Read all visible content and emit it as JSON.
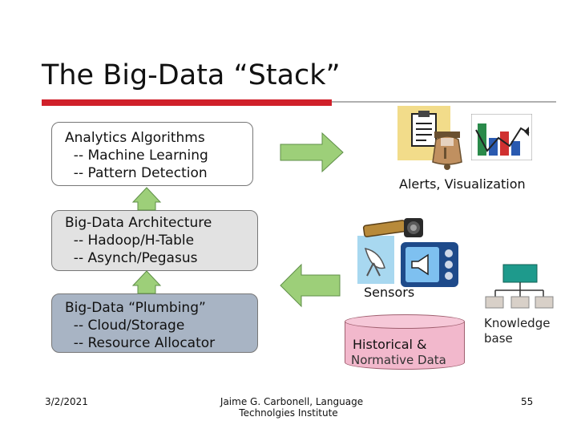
{
  "slide": {
    "title": "The Big-Data “Stack”"
  },
  "stack": {
    "analytics": {
      "heading": "Analytics Algorithms",
      "items": [
        "  -- Machine Learning",
        "  -- Pattern Detection"
      ]
    },
    "architecture": {
      "heading": "Big-Data Architecture",
      "items": [
        "  -- Hadoop/H-Table",
        "  -- Asynch/Pegasus"
      ]
    },
    "plumbing": {
      "heading": "Big-Data “Plumbing”",
      "items": [
        "  -- Cloud/Storage",
        "  -- Resource Allocator"
      ]
    }
  },
  "outputs": {
    "alerts_label": "Alerts, Visualization",
    "sensors_label": "Sensors",
    "historical_line1": "Historical &",
    "historical_line2": "Normative Data",
    "knowledge_line1": "Knowledge",
    "knowledge_line2": "base"
  },
  "colors": {
    "accent_red": "#d0202a",
    "arrow_green": "#9dcf79",
    "plumbing_fill": "#a8b4c4",
    "architecture_fill": "#e2e2e2",
    "cylinder_pink": "#f2b8cc",
    "tree_teal": "#1e9a8c",
    "tree_leaf": "#d8d0c8"
  },
  "icons": [
    "clipboard-icon",
    "liberty-bell-icon",
    "bar-chart-icon",
    "telescope-icon",
    "satellite-dish-icon",
    "monitor-megaphone-icon",
    "hierarchy-tree-icon"
  ],
  "footer": {
    "date": "3/2/2021",
    "author_line1": "Jaime G. Carbonell, Language",
    "author_line2": "Technolgies Institute",
    "page_number": "55"
  }
}
